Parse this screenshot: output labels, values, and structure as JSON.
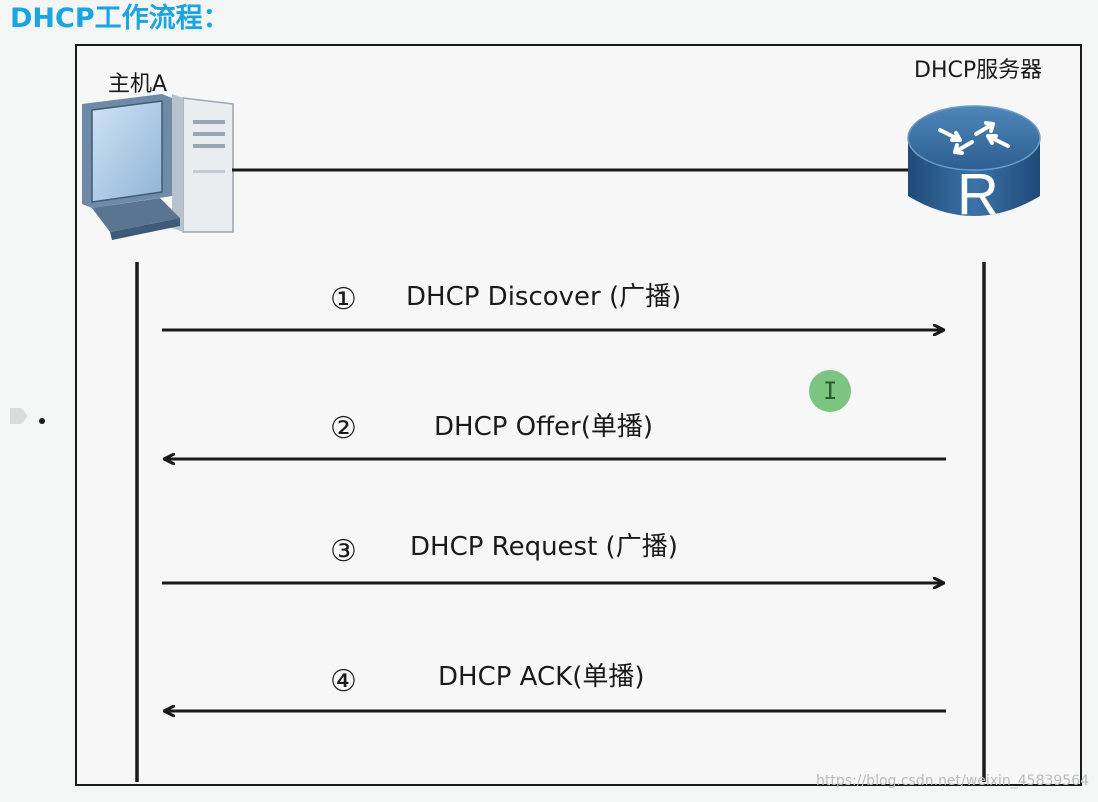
{
  "title": "DHCP工作流程：",
  "host": {
    "label": "主机A",
    "icon": "computer-icon"
  },
  "server": {
    "label": "DHCP服务器",
    "icon": "router-icon",
    "icon_letter": "R"
  },
  "messages": [
    {
      "number": "①",
      "label": "DHCP Discover (广播)",
      "direction": "host-to-server"
    },
    {
      "number": "②",
      "label": "DHCP Offer(单播)",
      "direction": "server-to-host"
    },
    {
      "number": "③",
      "label": "DHCP Request (广播)",
      "direction": "host-to-server"
    },
    {
      "number": "④",
      "label": "DHCP ACK(单播)",
      "direction": "server-to-host"
    }
  ],
  "watermark": "https://blog.csdn.net/weixin_45839564",
  "cursor": {
    "glyph": "I"
  },
  "colors": {
    "title": "#18a5e0",
    "line": "#1a1a1a",
    "cursor": "#6fbf73"
  }
}
